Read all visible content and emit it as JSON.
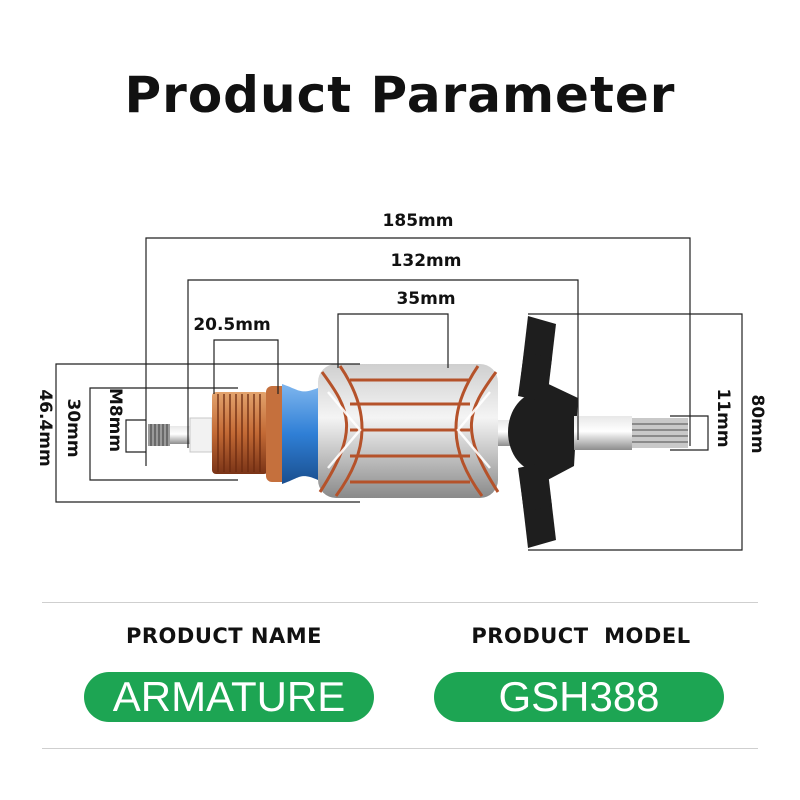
{
  "header": {
    "title": "Product Parameter"
  },
  "dimensions": {
    "overall_length": "185mm",
    "shaft_length": "132mm",
    "core_length": "35mm",
    "commutator_length": "20.5mm",
    "core_diameter": "46.4mm",
    "commutator_diameter": "30mm",
    "thread": "M8mm",
    "gear_diameter": "11mm",
    "fan_diameter": "80mm"
  },
  "info": {
    "name_label": "PRODUCT NAME",
    "name_value": "ARMATURE",
    "model_label": "PRODUCT  MODEL",
    "model_value": "GSH388"
  },
  "colors": {
    "accent_green": "#1da553",
    "copper": "#b5522a",
    "insulation_blue": "#2f7fd6",
    "fan_black": "#1e1e1e"
  }
}
